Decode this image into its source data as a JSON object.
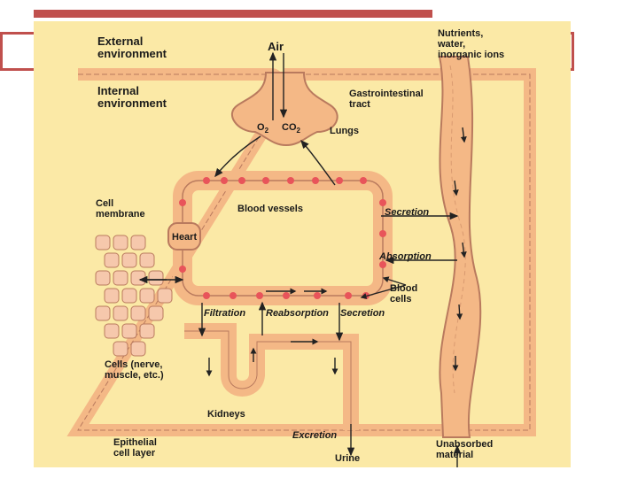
{
  "colors": {
    "background": "#fbe9a6",
    "tissue": "#f4b886",
    "cell_border": "#b97a5e",
    "blood_cell": "#e8545a",
    "accent_frame": "#c0504d"
  },
  "labels": {
    "external_environment": "External\nenvironment",
    "internal_environment": "Internal\nenvironment",
    "air": "Air",
    "o2": "O",
    "o2_sub": "2",
    "co2": "CO",
    "co2_sub": "2",
    "lungs": "Lungs",
    "nutrients": "Nutrients,\nwater,\ninorganic ions",
    "gi_tract": "Gastrointestinal\ntract",
    "blood_vessels": "Blood vessels",
    "secretion_gi": "Secretion",
    "absorption": "Absorption",
    "cell_membrane": "Cell\nmembrane",
    "heart": "Heart",
    "blood_cells": "Blood\ncells",
    "filtration": "Filtration",
    "reabsorption": "Reabsorption",
    "secretion_kidney": "Secretion",
    "cells": "Cells (nerve,\nmuscle, etc.)",
    "kidneys": "Kidneys",
    "excretion": "Excretion",
    "urine": "Urine",
    "epithelial": "Epithelial\ncell layer",
    "unabsorbed": "Unabsorbed\nmaterial"
  }
}
